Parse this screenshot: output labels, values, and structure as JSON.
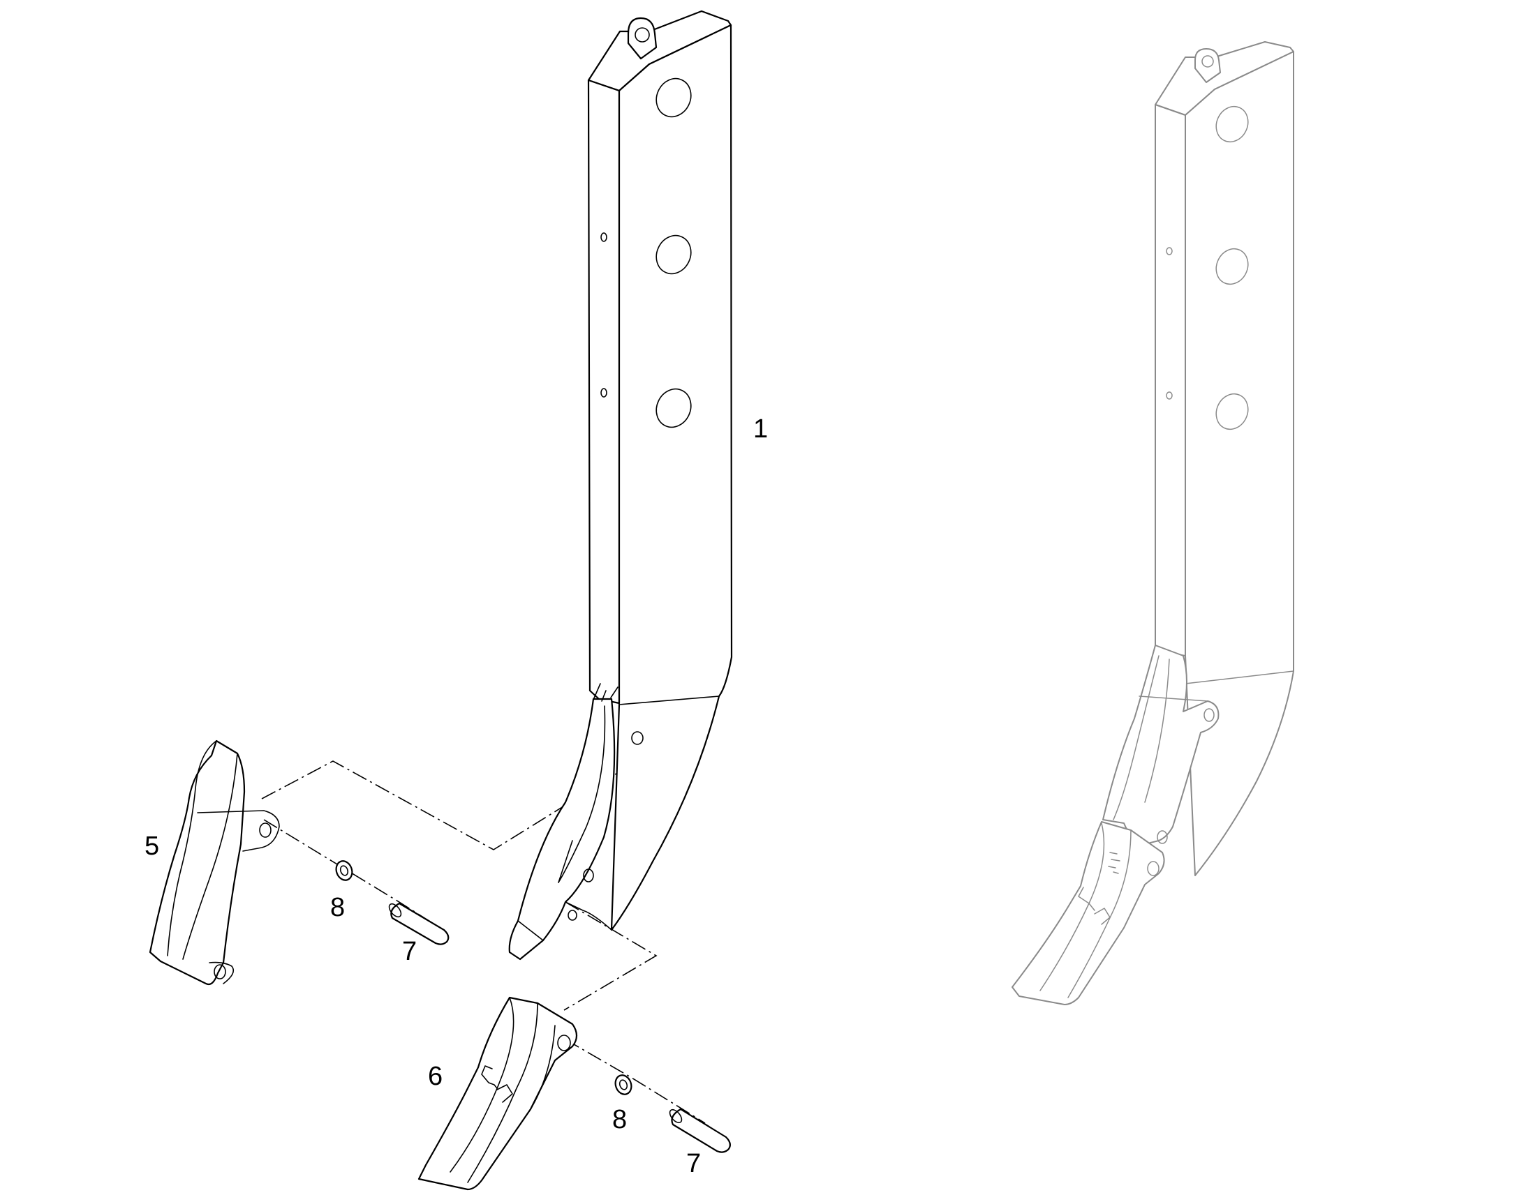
{
  "callouts": {
    "shank": "1",
    "protector": "5",
    "tip": "6",
    "pin_upper": "7",
    "pin_lower": "7",
    "retainer_upper": "8",
    "retainer_lower": "8"
  },
  "colors": {
    "line": "#000000",
    "ghost_line": "#8a8a8a",
    "background": "#ffffff"
  }
}
